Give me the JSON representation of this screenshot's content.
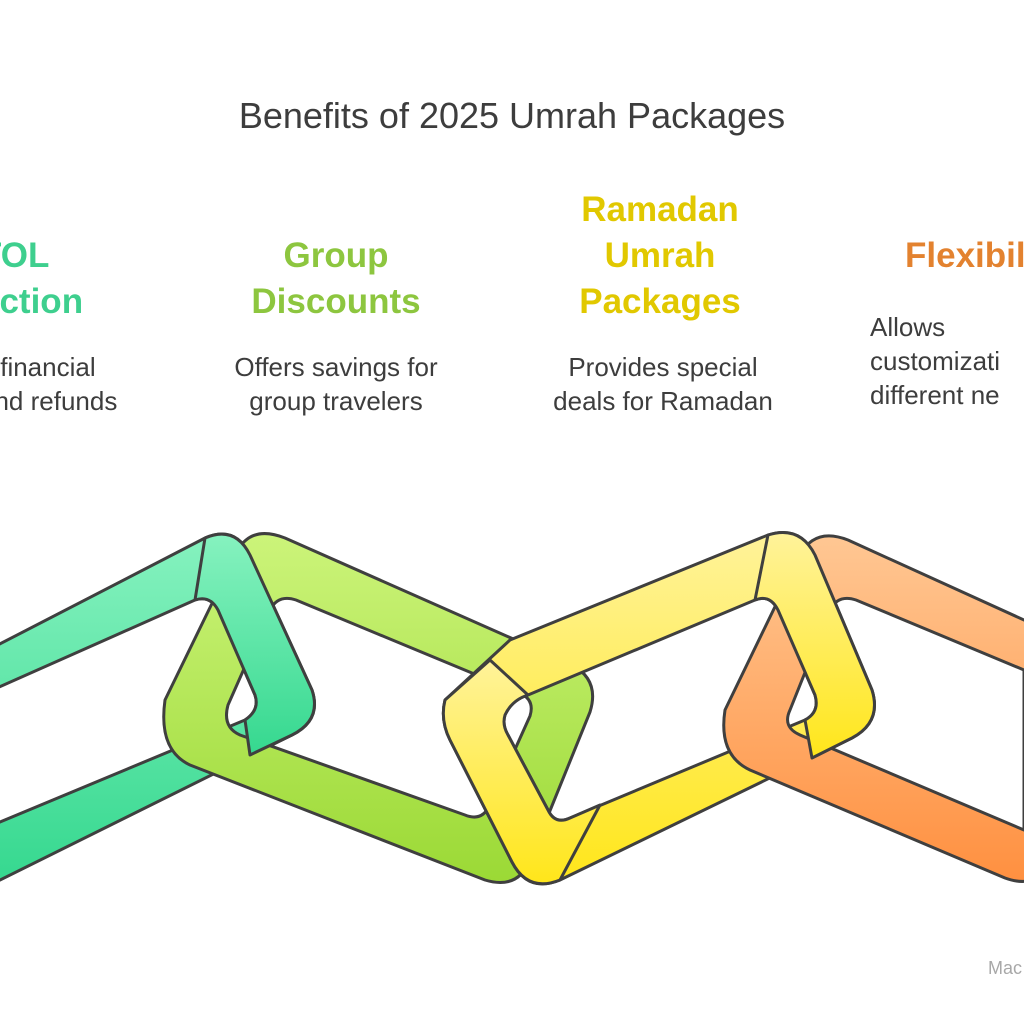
{
  "title": "Benefits of 2025 Umrah Packages",
  "items": [
    {
      "heading": "TOL\nection",
      "description": "s financial\nand refunds",
      "color": "#3ecf8e"
    },
    {
      "heading": "Group\nDiscounts",
      "description": "Offers savings for\ngroup travelers",
      "color": "#8dc63f"
    },
    {
      "heading": "Ramadan\nUmrah\nPackages",
      "description": "Provides special\ndeals for Ramadan",
      "color": "#e1c800"
    },
    {
      "heading": "Flexibil",
      "description": "Allows\ncustomizati\ndifferent ne",
      "color": "#e3822f"
    }
  ],
  "watermark": "Mac"
}
